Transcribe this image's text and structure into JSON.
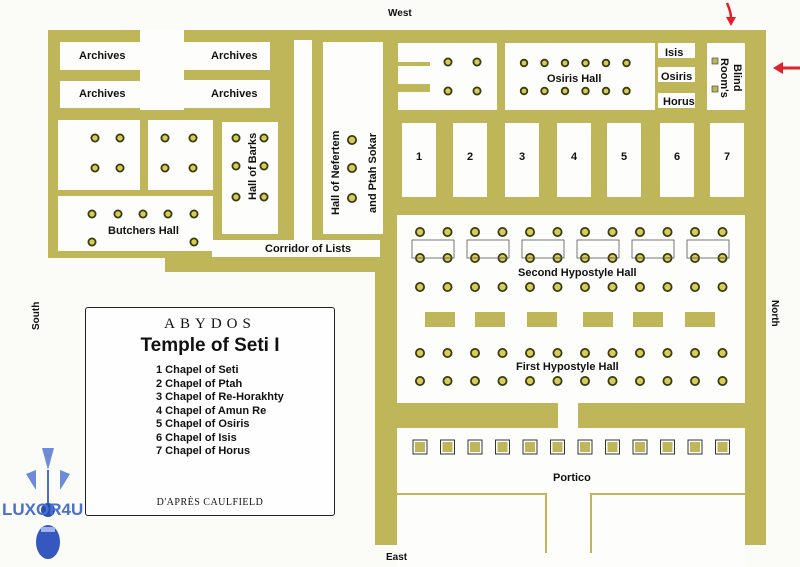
{
  "directions": {
    "west": "West",
    "east": "East",
    "south": "South",
    "north": "North"
  },
  "rooms": {
    "archives": [
      "Archives",
      "Archives",
      "Archives",
      "Archives"
    ],
    "hall_of_barks": "Hall of Barks",
    "butchers_hall": "Butchers Hall",
    "corridor_of_lists": "Corridor of Lists",
    "hall_nefertem_1": "Hall of Nefertem",
    "hall_nefertem_2": "and Ptah Sokar",
    "osiris_hall": "Osiris Hall",
    "isis": "Isis",
    "osiris": "Osiris",
    "horus": "Horus",
    "blind_rooms_1": "Blind",
    "blind_rooms_2": "Room's",
    "chapels": [
      "1",
      "2",
      "3",
      "4",
      "5",
      "6",
      "7"
    ],
    "second_hypostyle_hall": "Second Hypostyle Hall",
    "first_hypostyle_hall": "First Hypostyle Hall",
    "portico": "Portico"
  },
  "legend": {
    "place": "ABYDOS",
    "title": "Temple of Seti I",
    "items": [
      "1 Chapel of Seti",
      "2 Chapel of Ptah",
      "3 Chapel of Re-Horakhty",
      "4 Chapel of Amun Re",
      "5 Chapel of Osiris",
      "6 Chapel of Isis",
      "7 Chapel of Horus"
    ],
    "credit": "D'APRÈS  CAULFIELD"
  },
  "logo": {
    "text": "LUXOR4U"
  },
  "colors": {
    "wall": "#bfb65a",
    "arrow": "#e0202a",
    "logo": "#4a6fd0"
  }
}
